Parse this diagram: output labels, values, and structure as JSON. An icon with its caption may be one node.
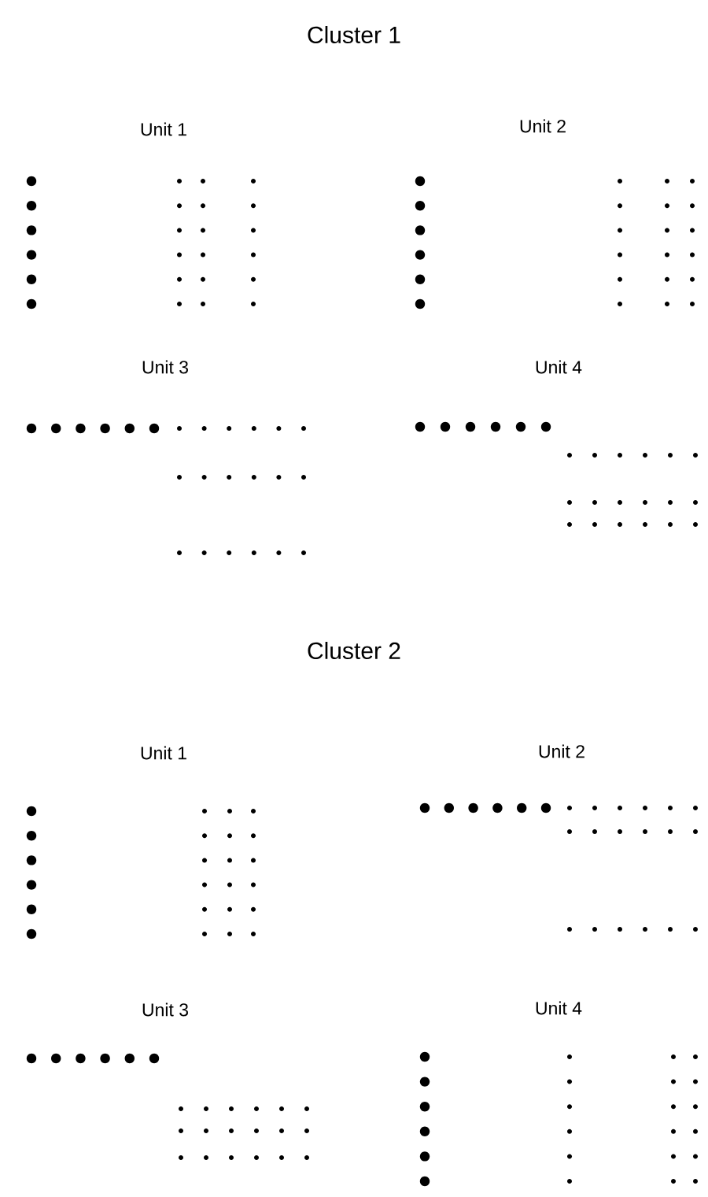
{
  "diagram": {
    "labels": [
      "Cluster 1",
      "Unit 1",
      "Unit 2",
      "Unit 3",
      "Unit 4",
      "Cluster 2",
      "Unit 1",
      "Unit 2",
      "Unit 3",
      "Unit 4"
    ]
  }
}
